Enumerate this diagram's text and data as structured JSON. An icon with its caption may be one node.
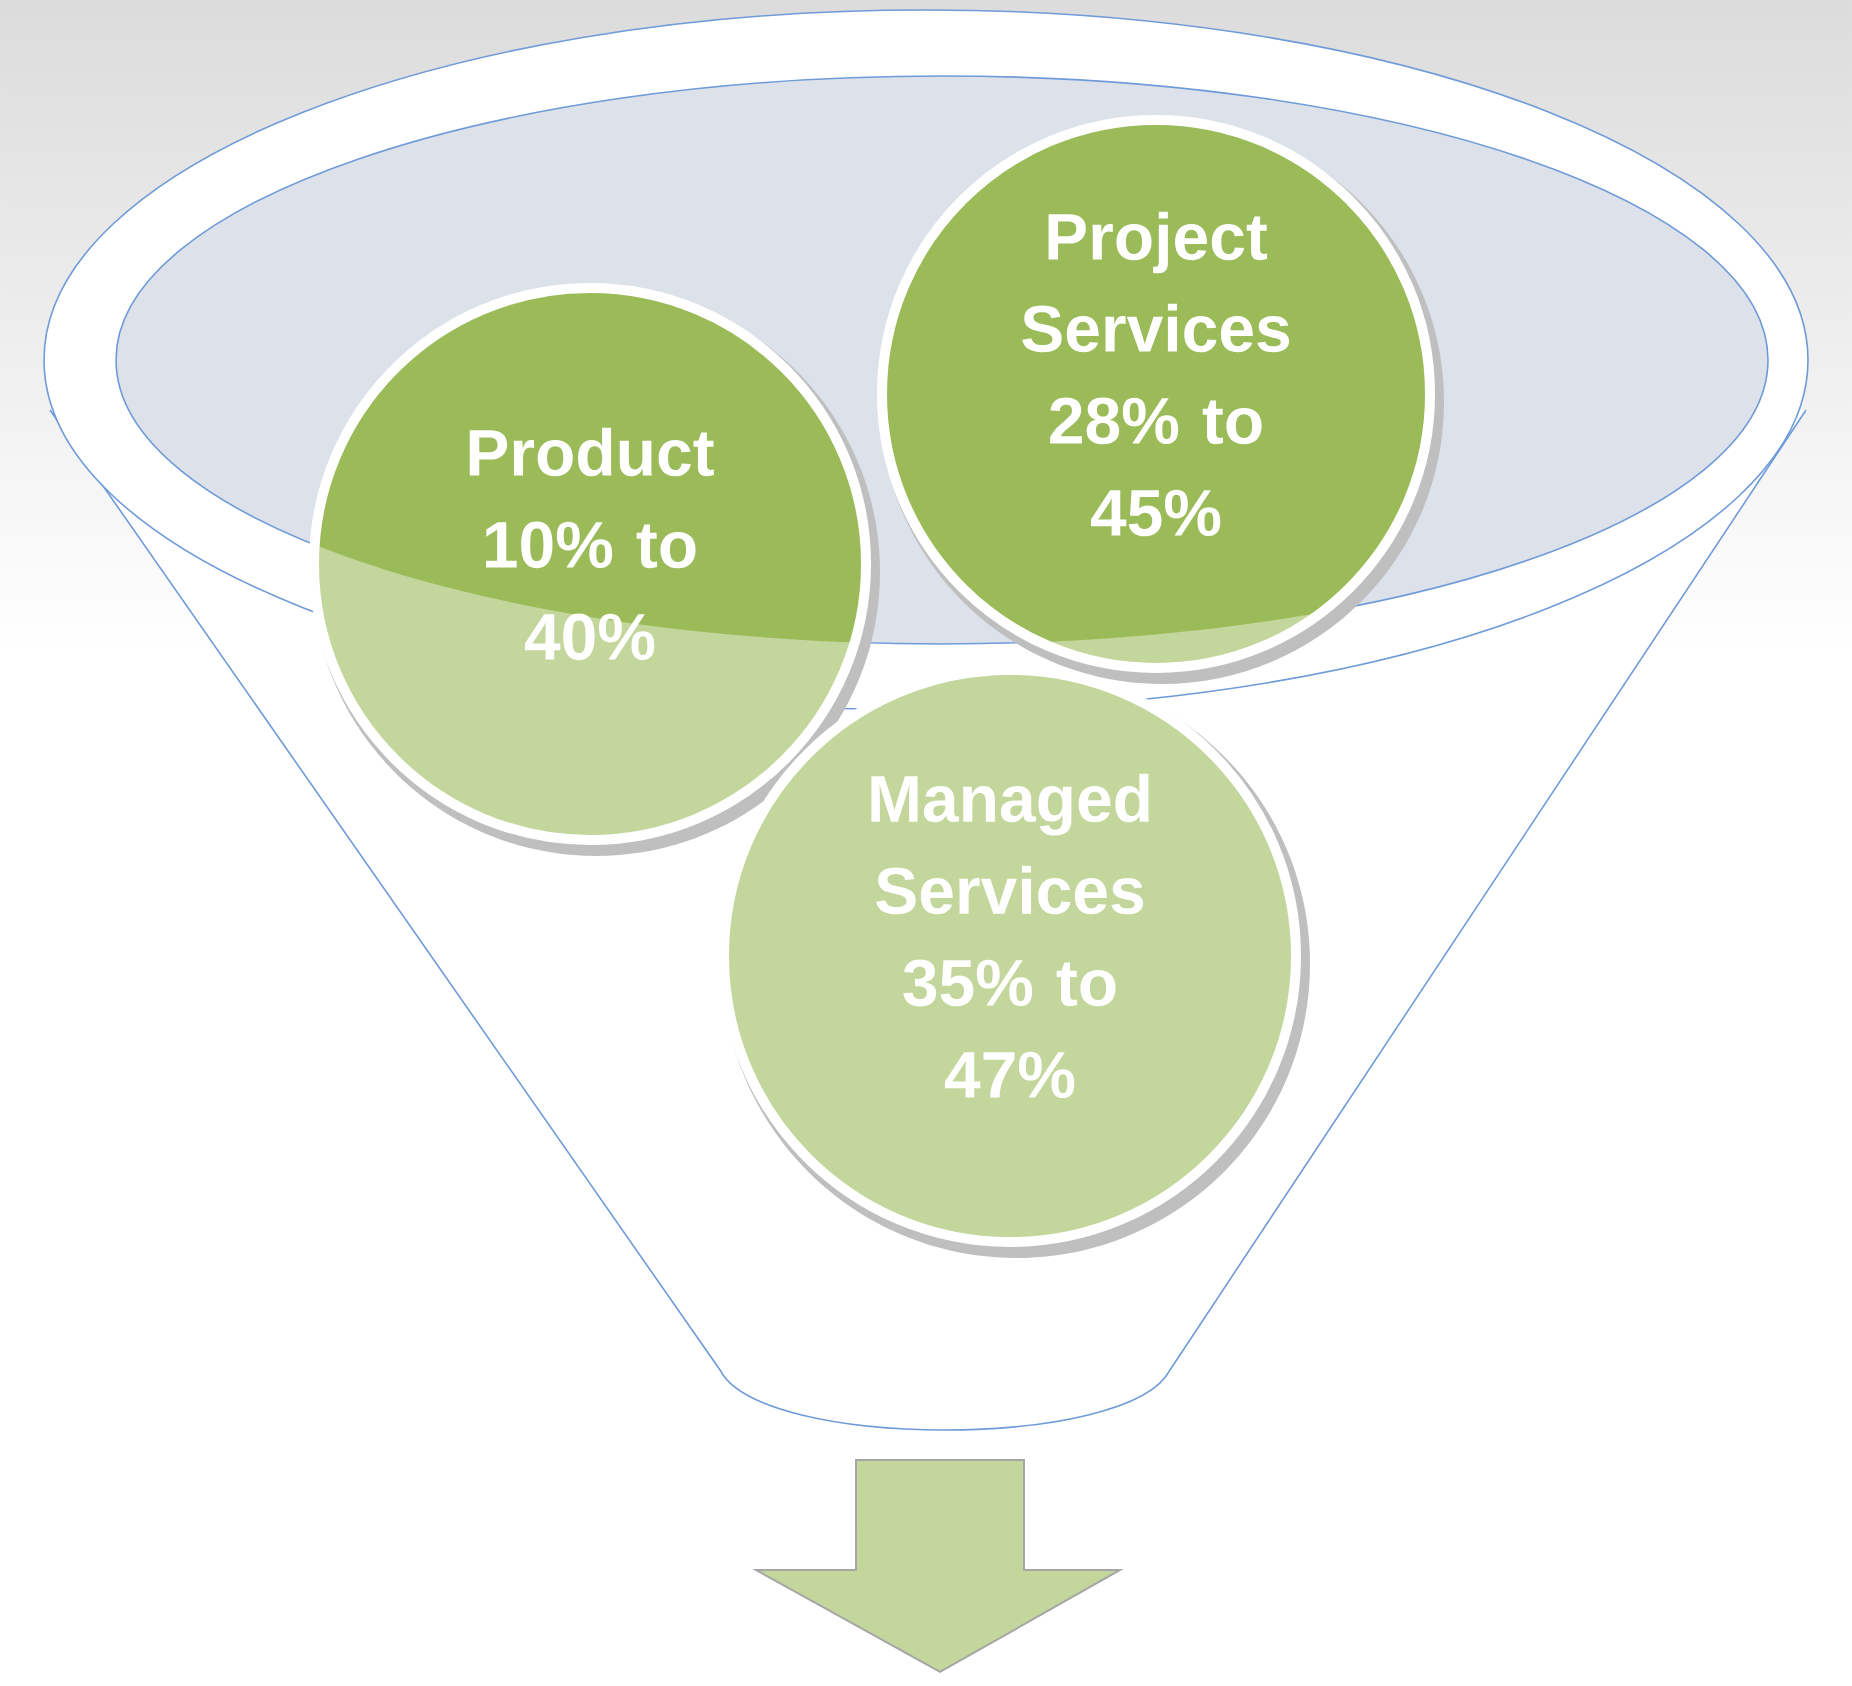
{
  "diagram": {
    "nodes": [
      {
        "text": [
          "Product 10% to 40%"
        ]
      },
      {
        "text": [
          "Project Services 28% to 45%"
        ]
      },
      {
        "text": [
          "Managed Services 35% to 47%"
        ]
      }
    ]
  }
}
